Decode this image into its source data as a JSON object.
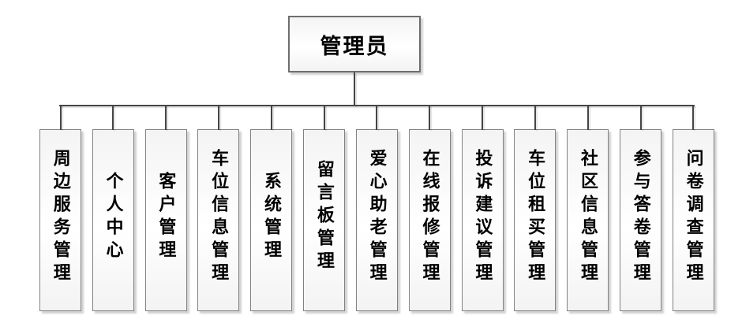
{
  "diagram": {
    "type": "org-tree",
    "root": {
      "label": "管理员"
    },
    "children": [
      {
        "label": "周边服务管理"
      },
      {
        "label": "个人中心"
      },
      {
        "label": "客户管理"
      },
      {
        "label": "车位信息管理"
      },
      {
        "label": "系统管理"
      },
      {
        "label": "留言板管理"
      },
      {
        "label": "爱心助老管理"
      },
      {
        "label": "在线报修管理"
      },
      {
        "label": "投诉建议管理"
      },
      {
        "label": "车位租买管理"
      },
      {
        "label": "社区信息管理"
      },
      {
        "label": "参与答卷管理"
      },
      {
        "label": "问卷调查管理"
      }
    ],
    "colors": {
      "background": "#ffffff",
      "node_fill_top": "#f4f4f4",
      "node_fill_bottom": "#f3f3f3",
      "node_border": "#828282",
      "root_border": "#6e6e6e",
      "connector": "#454545",
      "text": "#000000"
    }
  }
}
